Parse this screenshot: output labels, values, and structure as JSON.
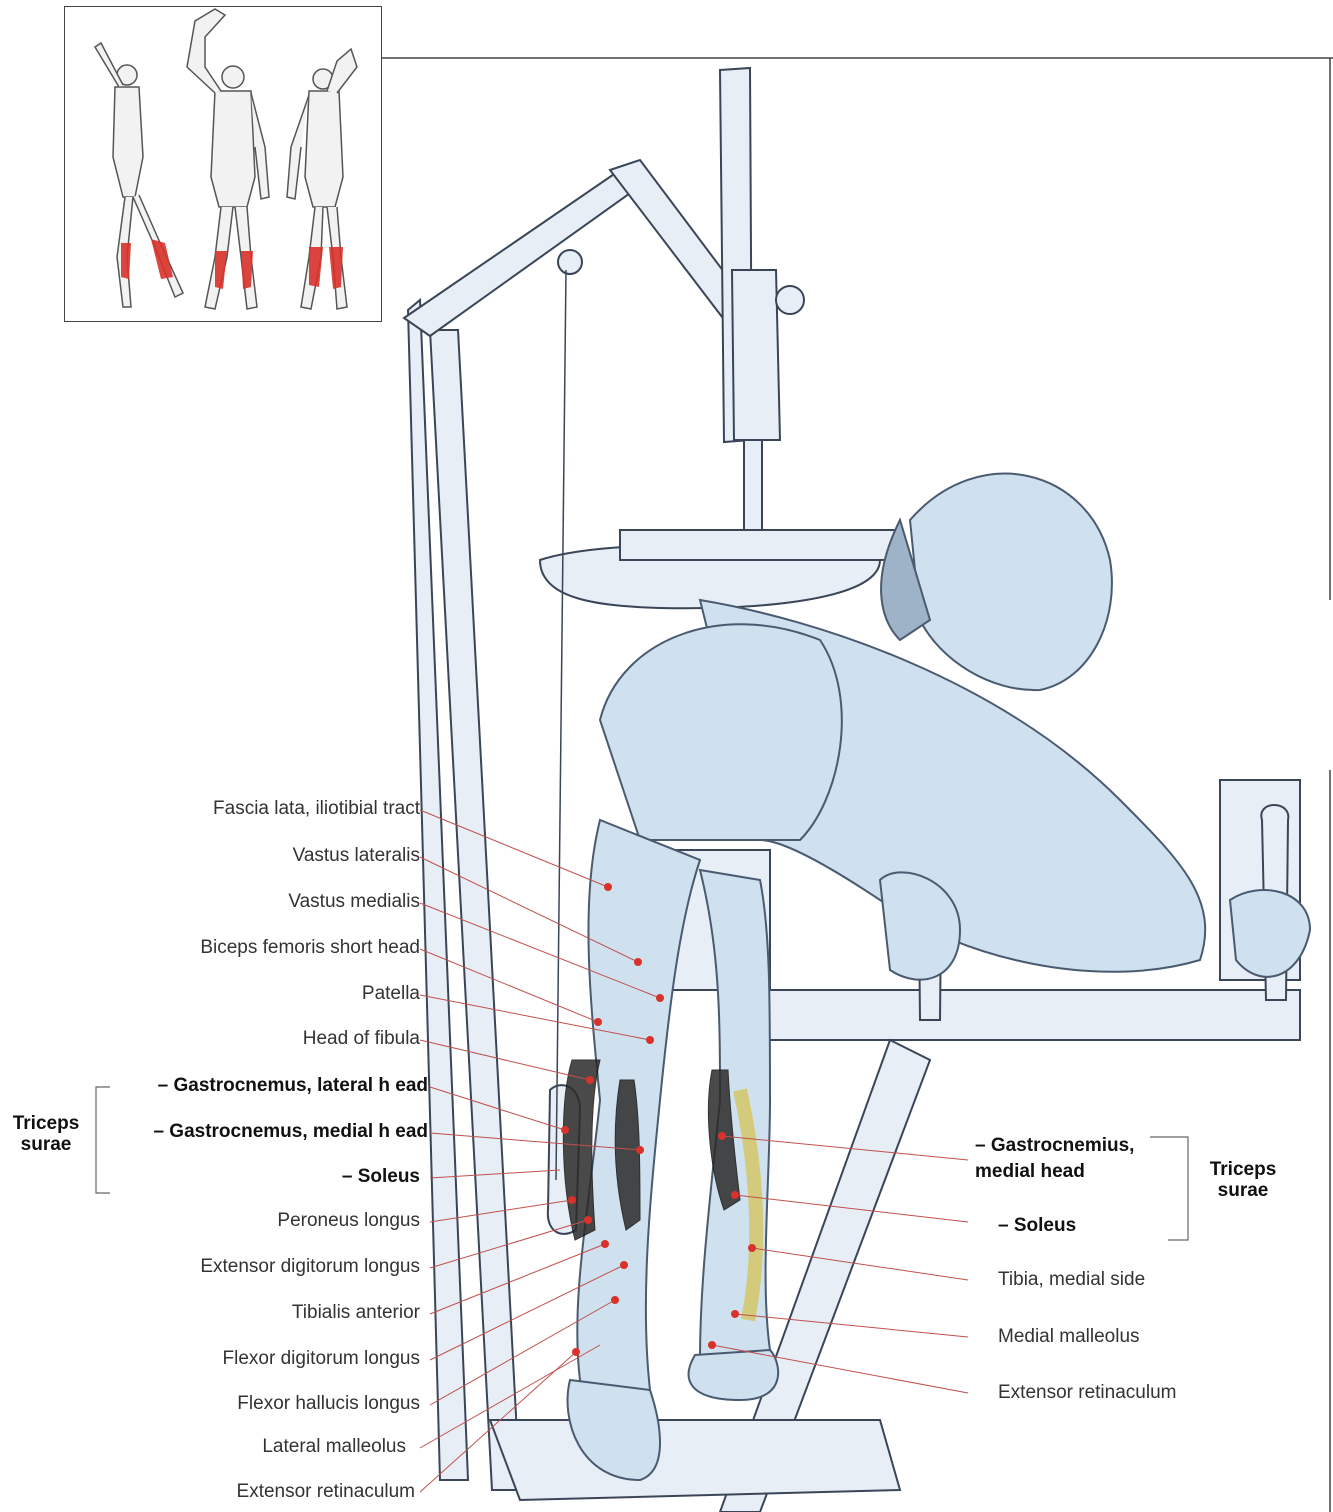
{
  "left_labels": [
    {
      "text": "Fascia lata, iliotibial tract",
      "bold": false
    },
    {
      "text": "Vastus lateralis",
      "bold": false
    },
    {
      "text": "Vastus medialis",
      "bold": false
    },
    {
      "text": "Biceps femoris short head",
      "bold": false
    },
    {
      "text": "Patella",
      "bold": false
    },
    {
      "text": "Head of fibula",
      "bold": false
    },
    {
      "text": "– Gastrocnemus, lateral h ead",
      "bold": true
    },
    {
      "text": "– Gastrocnemus, medial h ead",
      "bold": true
    },
    {
      "text": "– Soleus",
      "bold": true
    },
    {
      "text": "Peroneus longus",
      "bold": false
    },
    {
      "text": "Extensor digitorum longus",
      "bold": false
    },
    {
      "text": "Tibialis anterior",
      "bold": false
    },
    {
      "text": "Flexor digitorum longus",
      "bold": false
    },
    {
      "text": "Flexor hallucis longus",
      "bold": false
    },
    {
      "text": "Lateral malleolus",
      "bold": false
    },
    {
      "text": "Extensor retinaculum",
      "bold": false
    }
  ],
  "left_group": "Triceps surae",
  "right_labels": [
    {
      "text": "– Gastrocnemius,",
      "bold": true
    },
    {
      "text": "medial head",
      "bold": true
    },
    {
      "text": "– Soleus",
      "bold": true
    },
    {
      "text": "Tibia, medial side",
      "bold": false
    },
    {
      "text": "Medial malleolus",
      "bold": false
    },
    {
      "text": "Extensor retinaculum",
      "bold": false
    }
  ],
  "right_group": "Triceps surae",
  "colors": {
    "highlight": "#d8322a",
    "skin": "#cfe0ee",
    "outline": "#4a5a70",
    "leader": "#c0504d"
  }
}
